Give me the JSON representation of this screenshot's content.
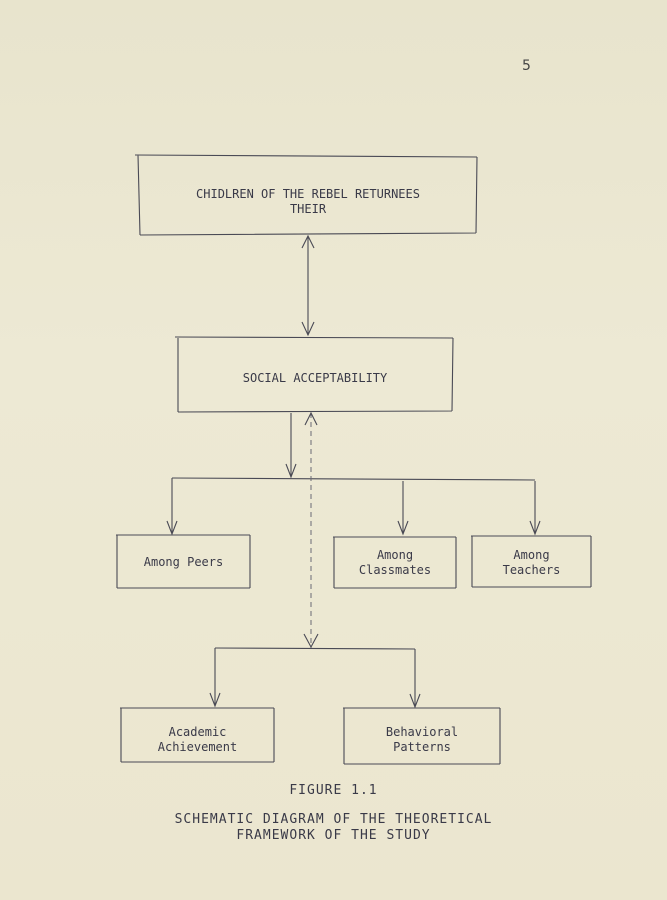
{
  "page_number": "5",
  "boxes": {
    "children": [
      "CHIDLREN OF THE REBEL RETURNEES",
      "THEIR"
    ],
    "social": "SOCIAL ACCEPTABILITY",
    "peers": "Among Peers",
    "classmates": [
      "Among",
      "Classmates"
    ],
    "teachers": [
      "Among",
      "Teachers"
    ],
    "academic": [
      "Academic",
      "Achievement"
    ],
    "behavioral": [
      "Behavioral",
      "Patterns"
    ]
  },
  "figure_label": "FIGURE 1.1",
  "caption": [
    "SCHEMATIC DIAGRAM OF THE THEORETICAL",
    "FRAMEWORK OF THE STUDY"
  ],
  "ink_color": "#3a3a48"
}
